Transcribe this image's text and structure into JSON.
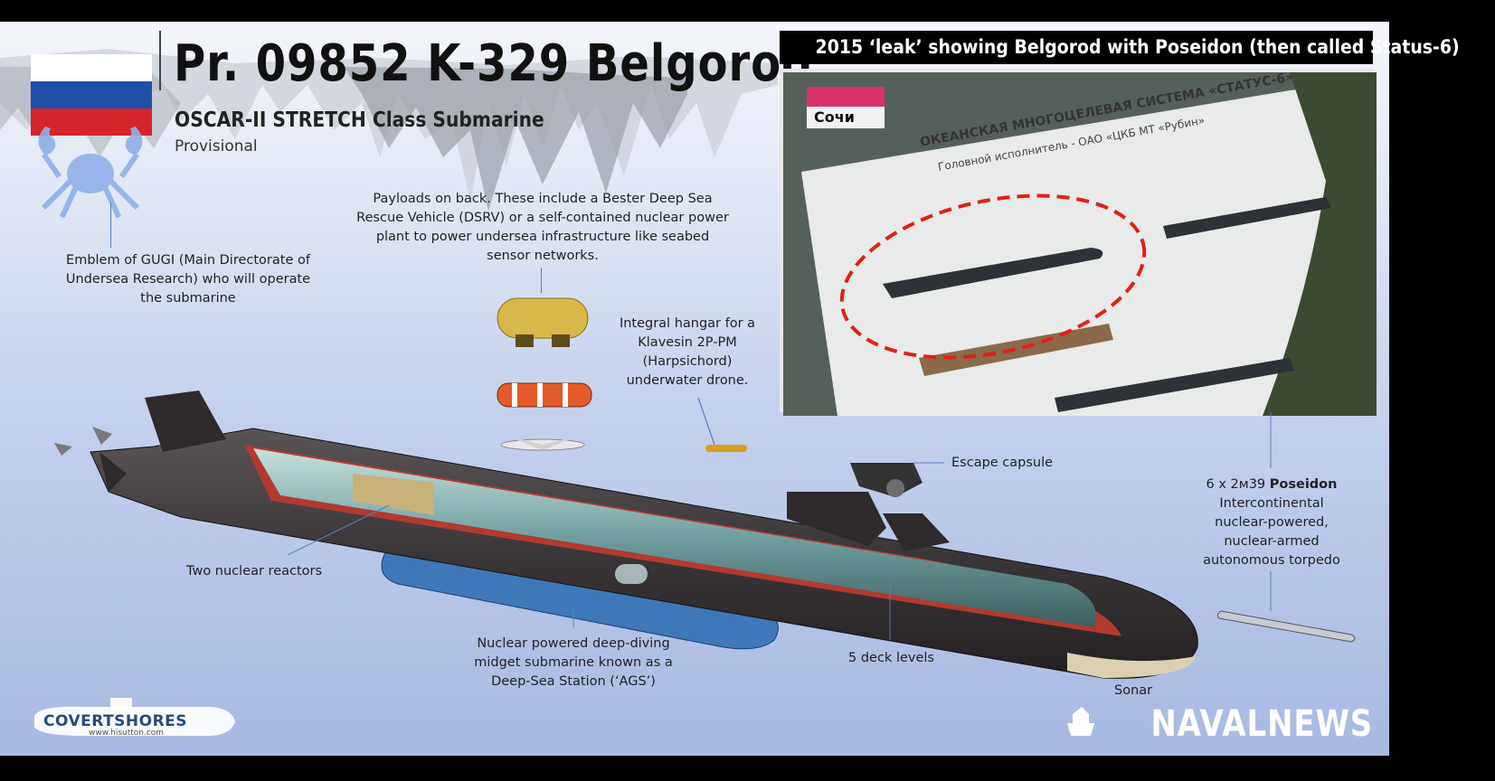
{
  "header": {
    "title": "Pr. 09852 K-329 Belgorod",
    "subtitle": "OSCAR-II STRETCH Class Submarine",
    "status": "Provisional"
  },
  "leak_panel": {
    "title": "2015 ‘leak’ showing Belgorod with Poseidon (then called Status-6)",
    "tv_caption": "Сочи",
    "document_title": "ОКЕАНСКАЯ МНОГОЦЕЛЕВАЯ СИСТЕМА «СТАТУС-6»",
    "document_line": "Головной исполнитель - ОАО «ЦКБ МТ «Рубин»"
  },
  "captions": {
    "emblem": [
      "Emblem of GUGI (Main Directorate of",
      "Undersea Research) who will operate",
      "the submarine"
    ],
    "payloads": [
      "Payloads on back. These include a Bester Deep Sea",
      "Rescue Vehicle (DSRV) or a self-contained nuclear power",
      "plant to power undersea infrastructure like seabed",
      "sensor networks."
    ],
    "hangar": [
      "Integral hangar for a",
      "Klavesin 2P-PM",
      "(Harpsichord)",
      "underwater drone."
    ],
    "escape": "Escape capsule",
    "poseidon_count": "6 x 2м39 ",
    "poseidon_name": "Poseidon",
    "poseidon_desc": [
      "Intercontinental",
      "nuclear-powered,",
      "nuclear-armed",
      "autonomous torpedo"
    ],
    "reactors": "Two nuclear reactors",
    "ags": [
      "Nuclear powered deep-diving",
      "midget submarine known as a",
      "Deep-Sea Station (‘AGS’)"
    ],
    "decks": "5 deck levels",
    "sonar": "Sonar"
  },
  "branding": {
    "left_logo": "COVERTSHORES",
    "left_logo_sub": "www.hisutton.com",
    "right_logo": "NAVALNEWS"
  },
  "colors": {
    "flag_white": "#ffffff",
    "flag_blue": "#1f4fa8",
    "flag_red": "#d5242a",
    "hull": "#3b3638",
    "cutaway_red": "#b23a30",
    "leader_line": "#5b7fb8",
    "highlight_dashed": "#e0201a"
  }
}
